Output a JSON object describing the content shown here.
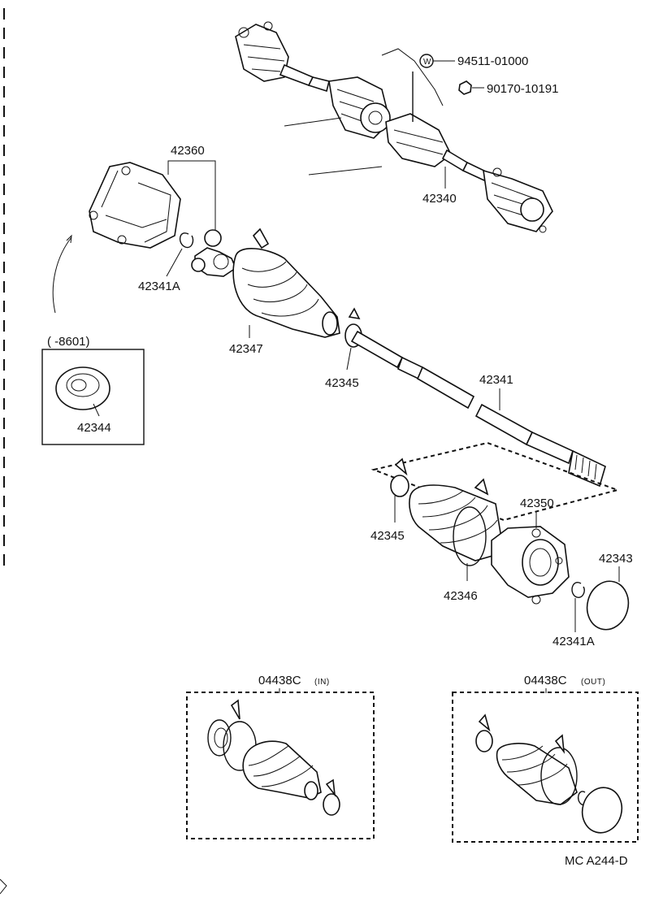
{
  "labels": {
    "part_94511": "94511-01000",
    "washer_symbol": "W",
    "part_90170": "90170-10191",
    "part_42360": "42360",
    "part_42340": "42340",
    "part_42341A_upper": "42341A",
    "part_42347": "42347",
    "part_42345_upper": "42345",
    "part_42341": "42341",
    "part_42345_lower": "42345",
    "part_42350": "42350",
    "part_42346": "42346",
    "part_42343": "42343",
    "part_42341A_lower": "42341A",
    "inset_range": "(    -8601)",
    "part_42344": "42344",
    "kit_in_number": "04438C",
    "kit_in_suffix": "(IN)",
    "kit_out_number": "04438C",
    "kit_out_suffix": "(OUT)",
    "diagram_code": "MC  A244-D"
  }
}
